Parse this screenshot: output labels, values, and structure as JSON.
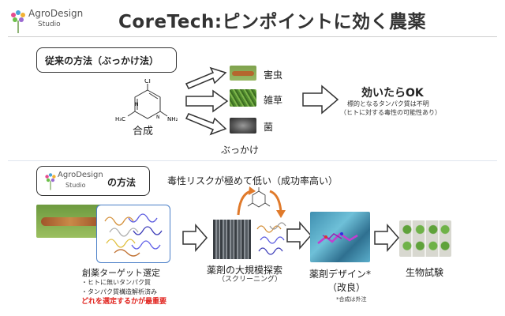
{
  "logo": {
    "line1": "AgroDesign",
    "line2": "Studio"
  },
  "title": "CoreTech:ピンポイントに効く農薬",
  "conventional": {
    "heading": "従来の方法（ぶっかけ法）",
    "molecule": {
      "cl": "Cl",
      "h3c": "H₃C",
      "nh2": "NH₂",
      "caption": "合成"
    },
    "targets": [
      "害虫",
      "雑草",
      "菌"
    ],
    "spray_caption": "ぶっかけ",
    "result_title": "効いたらOK",
    "result_note_1": "標的となるタンパク質は不明",
    "result_note_2": "（ヒトに対する毒性の可能性あり）"
  },
  "ours": {
    "logo_line1": "AgroDesign",
    "logo_line2": "Studio",
    "heading_suffix": "の方法",
    "tagline": "毒性リスクが極めて低い（成功率高い）",
    "step1_title": "創薬ターゲット選定",
    "step1_bullet1": "・ヒトに無いタンパク質",
    "step1_bullet2": "・タンパク質構造解析済み",
    "step1_emphasis": "どれを選定するかが最重要",
    "step2_title": "薬剤の大規模探索",
    "step2_sub": "（スクリーニング）",
    "step3_title": "薬剤デザイン*",
    "step3_sub": "（改良）",
    "step3_note": "*合成は外注",
    "step4_title": "生物試験"
  },
  "colors": {
    "emphasis": "#e0201b",
    "arrow_orange": "#e07a2b",
    "logo_dots": [
      "#e64b8f",
      "#4aa3d9",
      "#f2b233",
      "#6cc04a"
    ]
  }
}
